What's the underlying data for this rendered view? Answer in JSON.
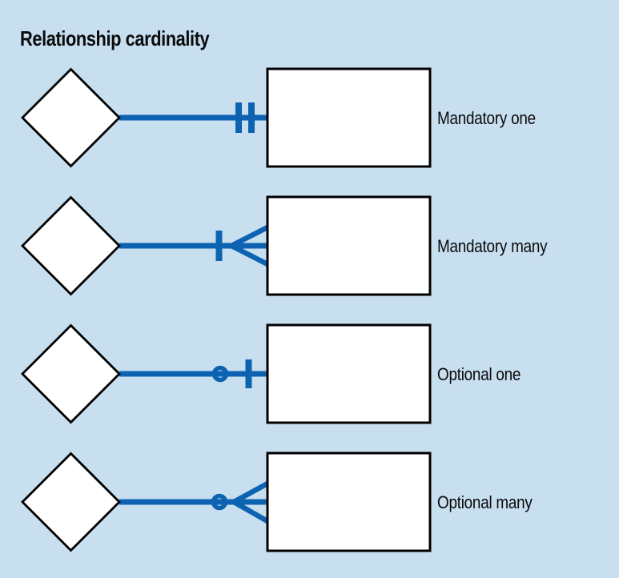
{
  "title": "Relationship cardinality",
  "colors": {
    "background": "#c8dff0",
    "connector_blue": "#0d63b2",
    "shape_fill": "#ffffff",
    "shape_stroke": "#000000",
    "text": "#0b0b0b"
  },
  "rows": [
    {
      "label": "Mandatory one",
      "notation": "two-bars"
    },
    {
      "label": "Mandatory many",
      "notation": "bar-and-crow-foot"
    },
    {
      "label": "Optional one",
      "notation": "circle-and-bar"
    },
    {
      "label": "Optional many",
      "notation": "circle-and-crow-foot"
    }
  ]
}
